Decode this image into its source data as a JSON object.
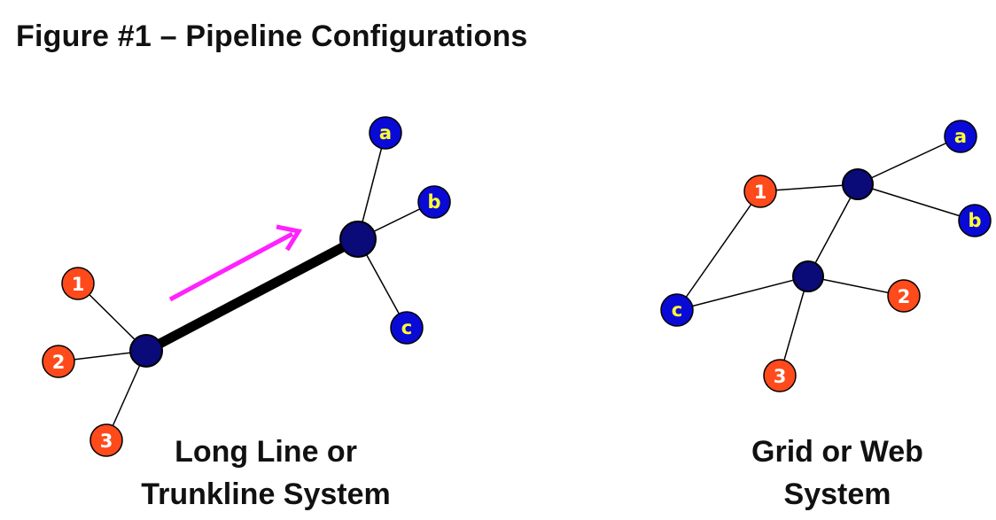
{
  "title": "Figure #1 – Pipeline Configurations",
  "diagrams": [
    {
      "caption_line1": "Long Line or",
      "caption_line2": "Trunkline System",
      "sources": [
        "1",
        "2",
        "3"
      ],
      "destinations": [
        "a",
        "b",
        "c"
      ]
    },
    {
      "caption_line1": "Grid or Web",
      "caption_line2": "System",
      "sources": [
        "1",
        "2",
        "3"
      ],
      "destinations": [
        "a",
        "b",
        "c"
      ]
    }
  ],
  "colors": {
    "source_node": "#ff4a1c",
    "destination_node": "#0a0ad6",
    "hub_node": "#0a0a78",
    "destination_label": "#ffff33",
    "source_label": "#ffffff",
    "flow_arrow": "#ff22ff",
    "trunk_line": "#000000"
  }
}
